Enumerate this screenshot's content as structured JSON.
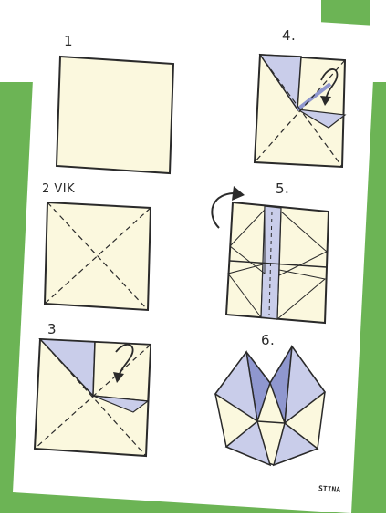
{
  "steps": [
    {
      "label": "1"
    },
    {
      "label": "2 VIK"
    },
    {
      "label": "3"
    },
    {
      "label": "4."
    },
    {
      "label": "5."
    },
    {
      "label": "6."
    }
  ],
  "signature": "STINA",
  "colors": {
    "background_green": "#6cb455",
    "paper": "#ffffff",
    "paper_fill": "#fbf8de",
    "shade_blue": "#c9cdea",
    "shade_dark_blue": "#8f97cf",
    "ink": "#2a2a2a"
  }
}
